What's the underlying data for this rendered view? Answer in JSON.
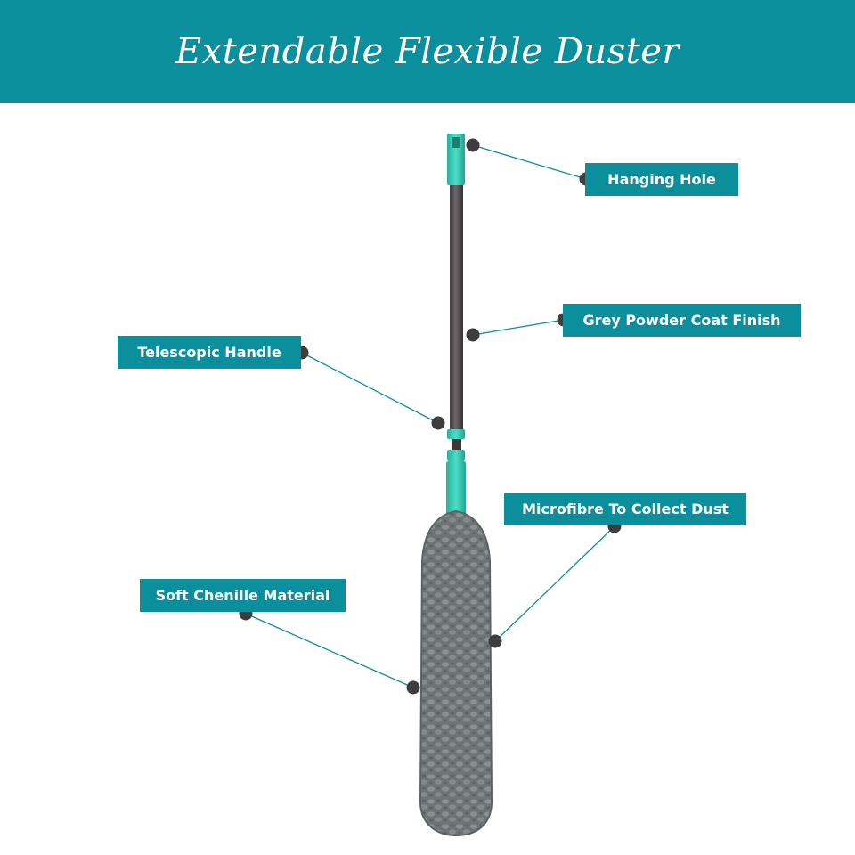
{
  "title": "Extendable Flexible Duster",
  "colors": {
    "banner": "#0b8f9c",
    "label_bg": "#0b8f9c",
    "accent_teal": "#35c9b4",
    "handle_grey": "#5a5659",
    "chenille_grey": "#6f7577",
    "dot": "#3d3d3d"
  },
  "callouts": {
    "hanging_hole": "Hanging Hole",
    "powder_coat": "Grey Powder Coat Finish",
    "telescopic": "Telescopic Handle",
    "microfibre": "Microfibre To Collect Dust",
    "chenille": "Soft Chenille Material"
  },
  "icons": {
    "product": "duster-illustration",
    "marker": "dot-marker"
  }
}
